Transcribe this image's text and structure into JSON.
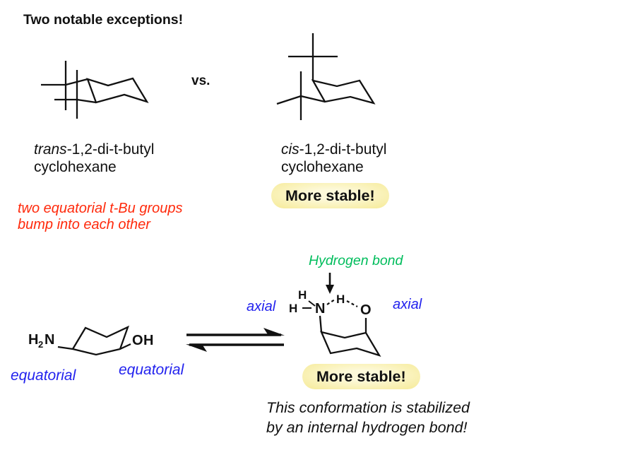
{
  "title": "Two notable exceptions!",
  "comparison": {
    "vs": "vs.",
    "trans": {
      "name_prefix": "trans",
      "name_rest": "-1,2-di-t-butyl",
      "name_line2": "cyclohexane",
      "note_line1": "two equatorial t-Bu groups",
      "note_line2": "bump into each other"
    },
    "cis": {
      "name_prefix": "cis",
      "name_rest": "-1,2-di-t-butyl",
      "name_line2": "cyclohexane",
      "badge": "More stable!"
    }
  },
  "equilibrium": {
    "hydrogen_bond_label": "Hydrogen bond",
    "left_molecule": {
      "h": "H",
      "sub2": "2",
      "n": "N",
      "o": "O",
      "oh_h": "H",
      "equatorial_left": "equatorial",
      "equatorial_right": "equatorial"
    },
    "right_molecule": {
      "h_left": "H",
      "h_top": "H",
      "h_bridge": "H",
      "n": "N",
      "o": "O",
      "axial_left": "axial",
      "axial_right": "axial",
      "badge": "More stable!"
    },
    "caption_line1": "This conformation is stabilized",
    "caption_line2": "by an internal hydrogen bond!"
  },
  "colors": {
    "accent_red": "#ff2a0c",
    "accent_blue": "#2222ee",
    "accent_green": "#00bd5c",
    "nitrogen_blue": "#2a2af5",
    "oxygen_red": "#f42405",
    "highlight_yellow": "#f6eb9b"
  }
}
